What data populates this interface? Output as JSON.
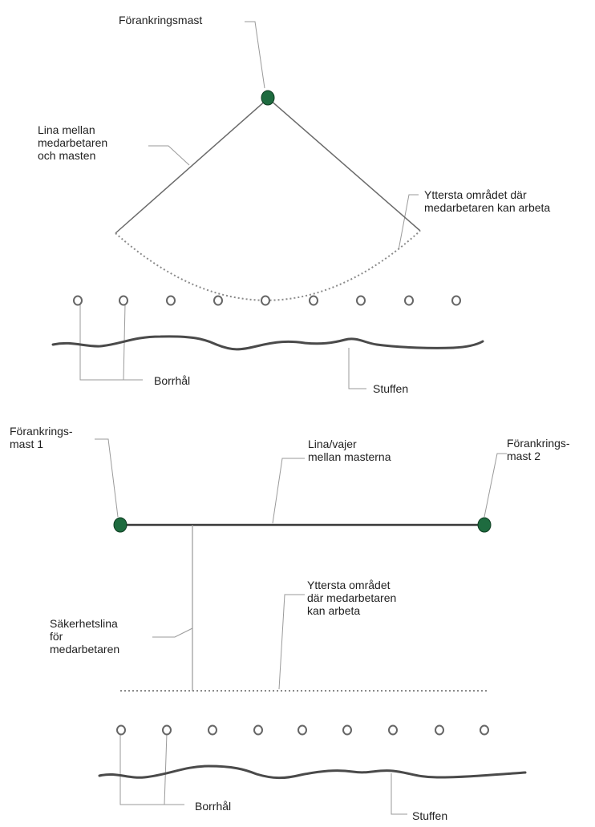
{
  "top_diagram": {
    "mast_label": "Förankringsmast",
    "rope_label": "Lina mellan\nmedarbetaren\noch masten",
    "outer_area_label": "Yttersta området där\nmedarbetaren kan arbeta",
    "drill_holes_label": "Borrhål",
    "face_label": "Stuffen"
  },
  "bottom_diagram": {
    "mast1_label": "Förankrings-\nmast 1",
    "mast2_label": "Förankrings-\nmast 2",
    "cable_label": "Lina/vajer\nmellan masterna",
    "safety_line_label": "Säkerhetslina\nför\nmedarbetaren",
    "outer_area_label": "Yttersta området\ndär medarbetaren\nkan arbeta",
    "drill_holes_label": "Borrhål",
    "face_label": "Stuffen"
  },
  "colors": {
    "mast": "#1e6b3f",
    "line": "#555555",
    "leader": "#9a9a9a",
    "text": "#1f1f1f"
  }
}
